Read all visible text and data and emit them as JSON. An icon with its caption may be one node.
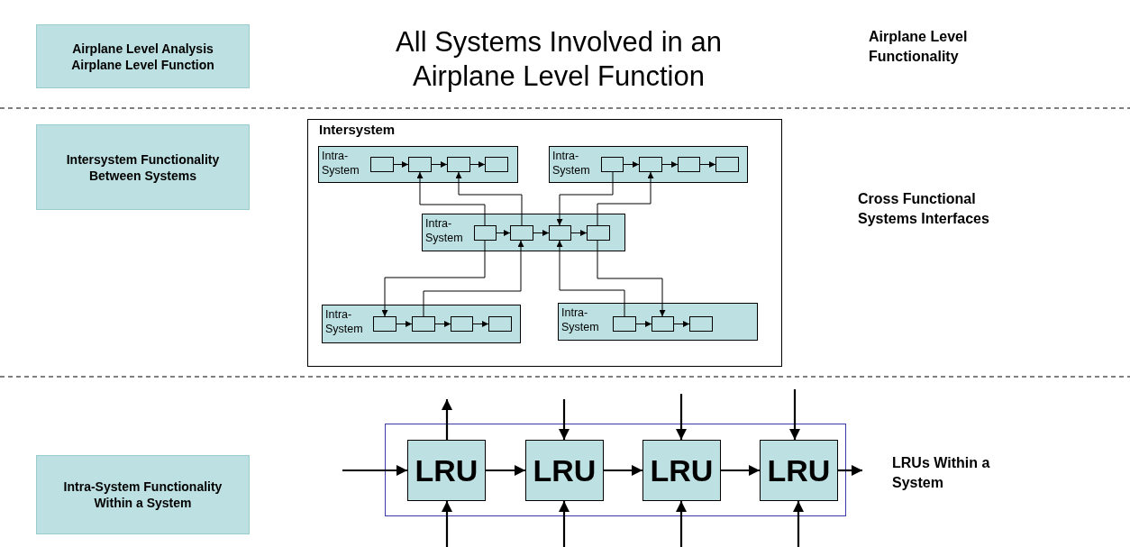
{
  "diagram": {
    "title": "All Systems Involved in an Airplane Level Function",
    "nodes": [
      {
        "text": [
          "Airplane Level Analysis",
          "Airplane Level Function"
        ]
      },
      {
        "text": [
          "Intersystem Functionality Between Systems"
        ]
      },
      {
        "text": [
          "Intra-System Functionality Within a System"
        ]
      },
      {
        "text": [
          "Intersystem"
        ]
      },
      {
        "text": [
          "Intra-System"
        ],
        "in": 3
      },
      {
        "text": [],
        "shape": "box",
        "in": 4
      },
      {
        "text": [],
        "shape": "box",
        "in": 4
      },
      {
        "text": [],
        "shape": "box",
        "in": 4
      },
      {
        "text": [],
        "shape": "box",
        "in": 4
      },
      {
        "text": [
          "Intra-System"
        ],
        "in": 3
      },
      {
        "text": [],
        "shape": "box",
        "in": 9
      },
      {
        "text": [],
        "shape": "box",
        "in": 9
      },
      {
        "text": [],
        "shape": "box",
        "in": 9
      },
      {
        "text": [],
        "shape": "box",
        "in": 9
      },
      {
        "text": [
          "Intra-System"
        ],
        "in": 3
      },
      {
        "text": [],
        "shape": "box",
        "in": 14
      },
      {
        "text": [],
        "shape": "box",
        "in": 14
      },
      {
        "text": [],
        "shape": "box",
        "in": 14
      },
      {
        "text": [],
        "shape": "box",
        "in": 14
      },
      {
        "text": [
          "Intra-System"
        ],
        "in": 3
      },
      {
        "text": [],
        "shape": "box",
        "in": 19
      },
      {
        "text": [],
        "shape": "box",
        "in": 19
      },
      {
        "text": [],
        "shape": "box",
        "in": 19
      },
      {
        "text": [],
        "shape": "box",
        "in": 19
      },
      {
        "text": [
          "Intra-System"
        ],
        "in": 3
      },
      {
        "text": [],
        "shape": "box",
        "in": 24
      },
      {
        "text": [],
        "shape": "box",
        "in": 24
      },
      {
        "text": [],
        "shape": "box",
        "in": 24
      },
      {
        "text": [],
        "shape": "box"
      },
      {
        "text": [
          "LRU"
        ],
        "in": 28
      },
      {
        "text": [
          "LRU"
        ],
        "in": 28
      },
      {
        "text": [
          "LRU"
        ],
        "in": 28
      },
      {
        "text": [
          "LRU"
        ],
        "in": 28
      }
    ],
    "edges": [
      {
        "from": 5,
        "to": 6,
        "arrow": "to"
      },
      {
        "from": 6,
        "to": 7,
        "arrow": "to"
      },
      {
        "from": 7,
        "to": 8,
        "arrow": "to"
      },
      {
        "from": 10,
        "to": 11,
        "arrow": "to"
      },
      {
        "from": 11,
        "to": 12,
        "arrow": "to"
      },
      {
        "from": 12,
        "to": 13,
        "arrow": "to"
      },
      {
        "from": 15,
        "to": 16,
        "arrow": "to"
      },
      {
        "from": 16,
        "to": 17,
        "arrow": "to"
      },
      {
        "from": 17,
        "to": 18,
        "arrow": "to"
      },
      {
        "from": 20,
        "to": 21,
        "arrow": "to"
      },
      {
        "from": 21,
        "to": 22,
        "arrow": "to"
      },
      {
        "from": 22,
        "to": 23,
        "arrow": "to"
      },
      {
        "from": 25,
        "to": 26,
        "arrow": "to"
      },
      {
        "from": 26,
        "to": 27,
        "arrow": "to"
      },
      {
        "from": 15,
        "to": 6,
        "arrow": "to"
      },
      {
        "from": 16,
        "to": 7,
        "arrow": "to"
      },
      {
        "from": 10,
        "to": 17,
        "arrow": "to"
      },
      {
        "from": 18,
        "to": 11,
        "arrow": "to"
      },
      {
        "from": 15,
        "to": 20,
        "arrow": "to"
      },
      {
        "from": 21,
        "to": 16,
        "arrow": "to"
      },
      {
        "from": 25,
        "to": 17,
        "arrow": "to"
      },
      {
        "from": 18,
        "to": 26,
        "arrow": "to"
      },
      {
        "from": null,
        "to": 29,
        "arrow": "to"
      },
      {
        "from": 29,
        "to": 30,
        "arrow": "to"
      },
      {
        "from": 30,
        "to": 31,
        "arrow": "to"
      },
      {
        "from": 31,
        "to": 32,
        "arrow": "to"
      },
      {
        "from": 32,
        "to": null,
        "arrow": "to"
      },
      {
        "from": 29,
        "to": null,
        "arrow": "to"
      },
      {
        "from": null,
        "to": 30,
        "arrow": "to"
      },
      {
        "from": null,
        "to": 31,
        "arrow": "to"
      },
      {
        "from": null,
        "to": 32,
        "arrow": "to"
      },
      {
        "from": null,
        "to": 29,
        "arrow": "to"
      },
      {
        "from": null,
        "to": 30,
        "arrow": "to"
      },
      {
        "from": null,
        "to": 31,
        "arrow": "to"
      },
      {
        "from": null,
        "to": 32,
        "arrow": "to"
      }
    ],
    "labels": [
      "Airplane Level Functionality",
      "Cross Functional Systems Interfaces",
      "LRUs Within a System"
    ]
  }
}
